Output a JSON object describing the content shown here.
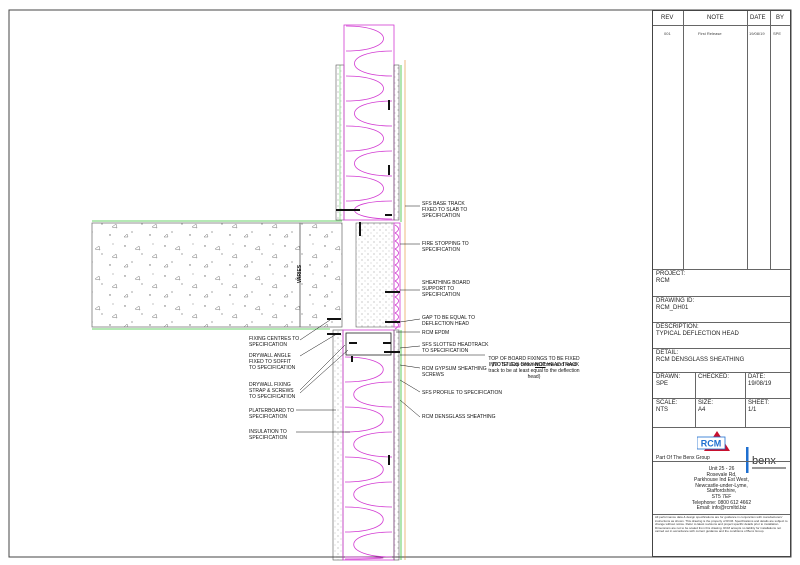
{
  "revision_table": {
    "headers": {
      "rev": "REV",
      "note": "NOTE",
      "date": "DATE",
      "by": "BY"
    },
    "rows": [
      {
        "rev": "001",
        "note": "First Release",
        "date": "19/08/19",
        "by": "SPE"
      }
    ]
  },
  "project": {
    "label": "PROJECT:",
    "value": "RCM"
  },
  "drawing_id": {
    "label": "DRAWING ID:",
    "value": "RCM_DH01"
  },
  "description": {
    "label": "DESCRIPTION:",
    "value": "TYPICAL DEFLECTION HEAD"
  },
  "detail": {
    "label": "DETAIL:",
    "value": "RCM DENSGLASS SHEATHING"
  },
  "drawn": {
    "label": "DRAWN:",
    "value": "SPE"
  },
  "checked": {
    "label": "CHECKED:",
    "value": ""
  },
  "date": {
    "label": "DATE:",
    "value": "19/08/19"
  },
  "scale": {
    "label": "SCALE:",
    "value": "NTS"
  },
  "size": {
    "label": "SIZE:",
    "value": "A4"
  },
  "sheet": {
    "label": "SHEET:",
    "value": "1/1"
  },
  "brand": {
    "rcm": "RCM",
    "benx": "benx",
    "group_text": "Part Of The Benx Group"
  },
  "address": {
    "line1": "Unit 25 - 26",
    "line2": "Rosevale Rd,",
    "line3": "Parkhouse Ind Est West,",
    "line4": "Newcastle-under-Lyme,",
    "line5": "Staffordshire,",
    "line6": "ST5 7EF",
    "phone": "Telephone: 0800 612 4662",
    "email": "Email: info@rcmltd.biz"
  },
  "disclaimer": "All performance data & design specifications are for guidance in conjunction with manufacturers' instructions as shown. This drawing is the property of RCM. Specifications and details are subject to change without notice. Refer to latest revisions and project specific details prior to installation. Dimensions are not to be scaled from this drawing. RCM accepts no liability for installations not carried out in accordance with current guidance and the conditions of Benx Group.",
  "slab_label": "VARIES",
  "annotations": {
    "sfs_base_track": "SFS BASE TRACK\nFIXED TO SLAB TO\nSPECIFICATION",
    "fire_stopping": "FIRE STOPPING TO\nSPECIFICATION",
    "sheathing_board_support": "SHEATHING BOARD\nSUPPORT TO\nSPECIFICATION",
    "gap_deflection": "GAP TO BE EQUAL TO\nDEFLECTION HEAD",
    "rcm_epdm": "RCM EPDM",
    "slotted_headtrack": "SFS SLOTTED HEADTRACK\nTO SPECIFICATION",
    "top_fixings_prefix": "TOP OF BOARD FIXINGS TO BE FIXED\nINTO STUDS ONLY ",
    "top_fixings_not": "NOT",
    "top_fixings_suffix": " HEAD TRACK",
    "top_fixings_note": "(NOTE! Gap between screw and head\ntrack to be at least equal to the deflection\nhead)",
    "rcm_gypsum_screws": "RCM GYPSUM SHEATHING\nSCREWS",
    "sfs_profile": "SFS PROFILE TO SPECIFICATION",
    "rcm_densglass": "RCM DENSGLASS SHEATHING",
    "fixing_centres": "FIXING CENTRES TO\nSPECIFICATION",
    "drywall_angle": "DRYWALL ANGLE\nFIXED TO SOFFIT\nTO SPECIFICATION",
    "drywall_fixing": "DRYWALL FIXING\nSTRAP & SCREWS\nTO SPECIFICATION",
    "plasterboard": "PLATERBOARD TO\nSPECIFICATION",
    "insulation": "INSULATION TO\nSPECIFICATION"
  },
  "colors": {
    "insulation": "#d23ad2",
    "green_line": "#38c238",
    "orange_line": "#e08a2a",
    "concrete": "#555555",
    "rcm_red": "#c8102e",
    "benx_blue": "#1e6fd0"
  }
}
